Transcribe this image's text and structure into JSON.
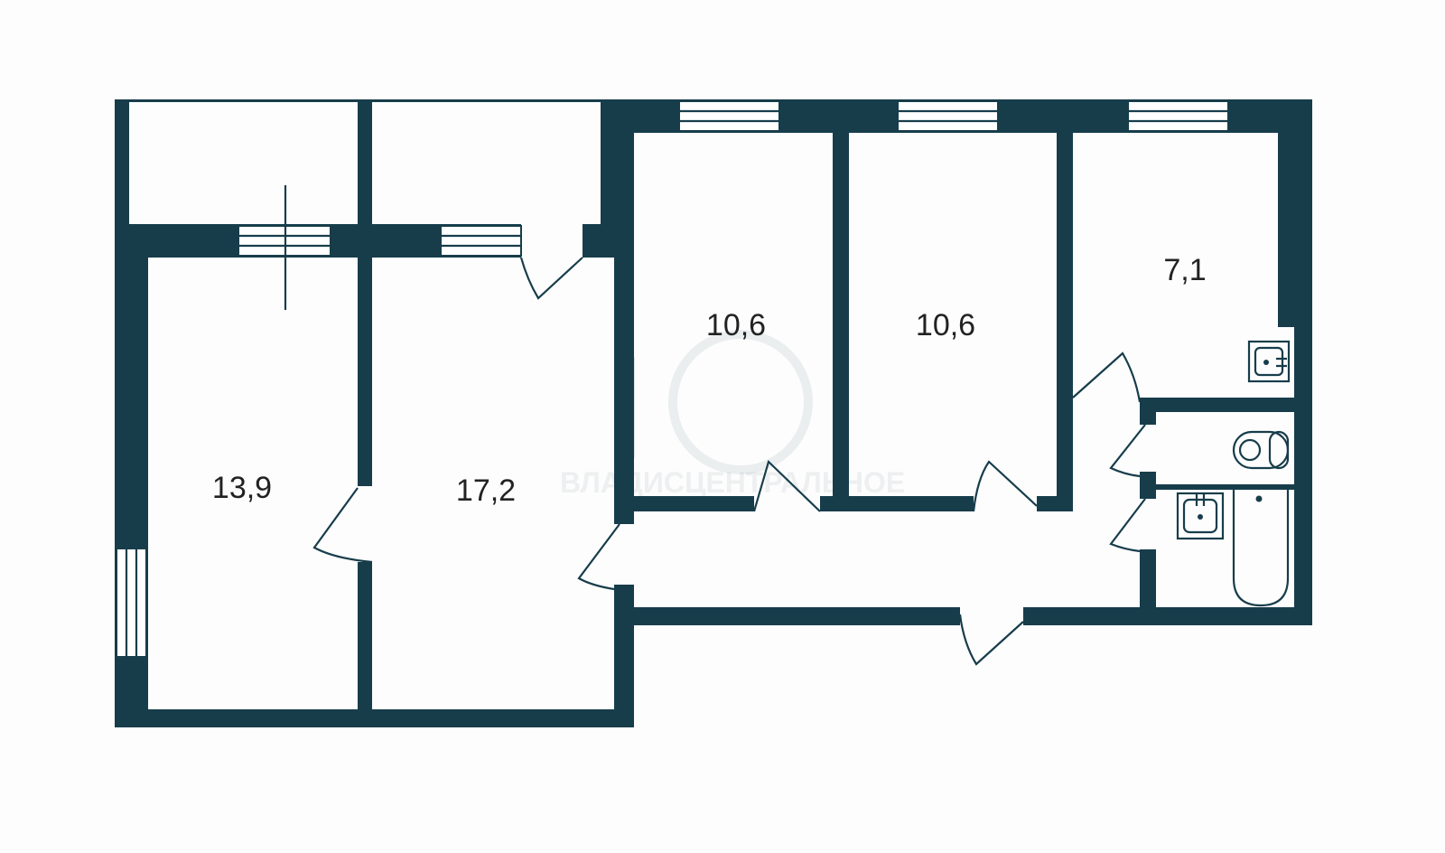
{
  "plan": {
    "wall_color": "#173d4b",
    "rooms": [
      {
        "name": "room-left",
        "area": "13,9"
      },
      {
        "name": "room-living",
        "area": "17,2"
      },
      {
        "name": "room-middle",
        "area": "10,6"
      },
      {
        "name": "room-right",
        "area": "10,6"
      },
      {
        "name": "kitchen",
        "area": "7,1"
      }
    ],
    "watermark": "ВЛАДИСЦЕНТРАЛЬНОЕ"
  }
}
